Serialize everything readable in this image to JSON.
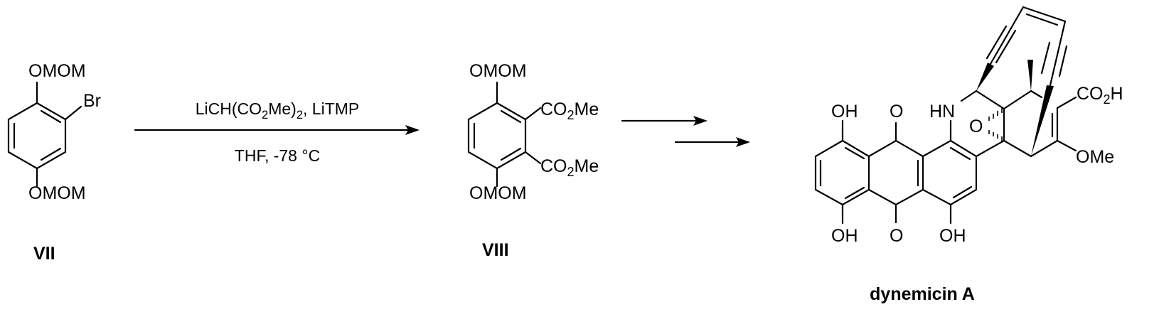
{
  "scheme": {
    "starting_material": {
      "label": "VII",
      "substituents": [
        "OMOM",
        "Br",
        "OMOM"
      ]
    },
    "step1": {
      "reagents": "LiCH(CO2Me)2, LiTMP",
      "conditions": "THF, -78 °C"
    },
    "intermediate": {
      "label": "VIII",
      "substituents": [
        "OMOM",
        "CO2Me",
        "CO2Me",
        "OMOM"
      ]
    },
    "product": {
      "label": "dynemicin A",
      "atoms": [
        "OH",
        "O",
        "HN",
        "O",
        "CO2H",
        "OMe",
        "OH",
        "O",
        "OH"
      ]
    }
  }
}
